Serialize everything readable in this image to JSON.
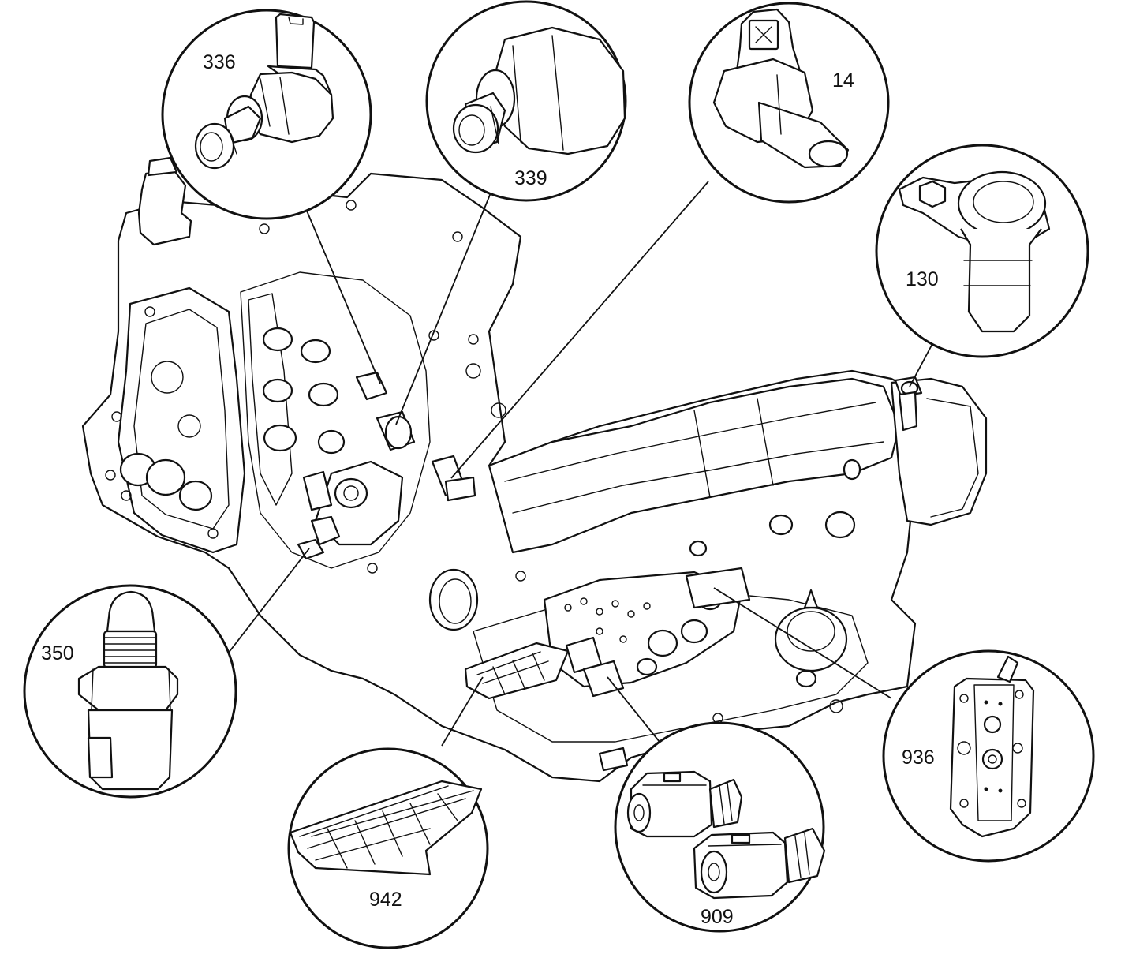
{
  "callouts": [
    {
      "id": "336",
      "label": "336"
    },
    {
      "id": "339",
      "label": "339"
    },
    {
      "id": "14",
      "label": "14"
    },
    {
      "id": "130",
      "label": "130"
    },
    {
      "id": "350",
      "label": "350"
    },
    {
      "id": "942",
      "label": "942"
    },
    {
      "id": "909",
      "label": "909"
    },
    {
      "id": "936",
      "label": "936"
    }
  ]
}
